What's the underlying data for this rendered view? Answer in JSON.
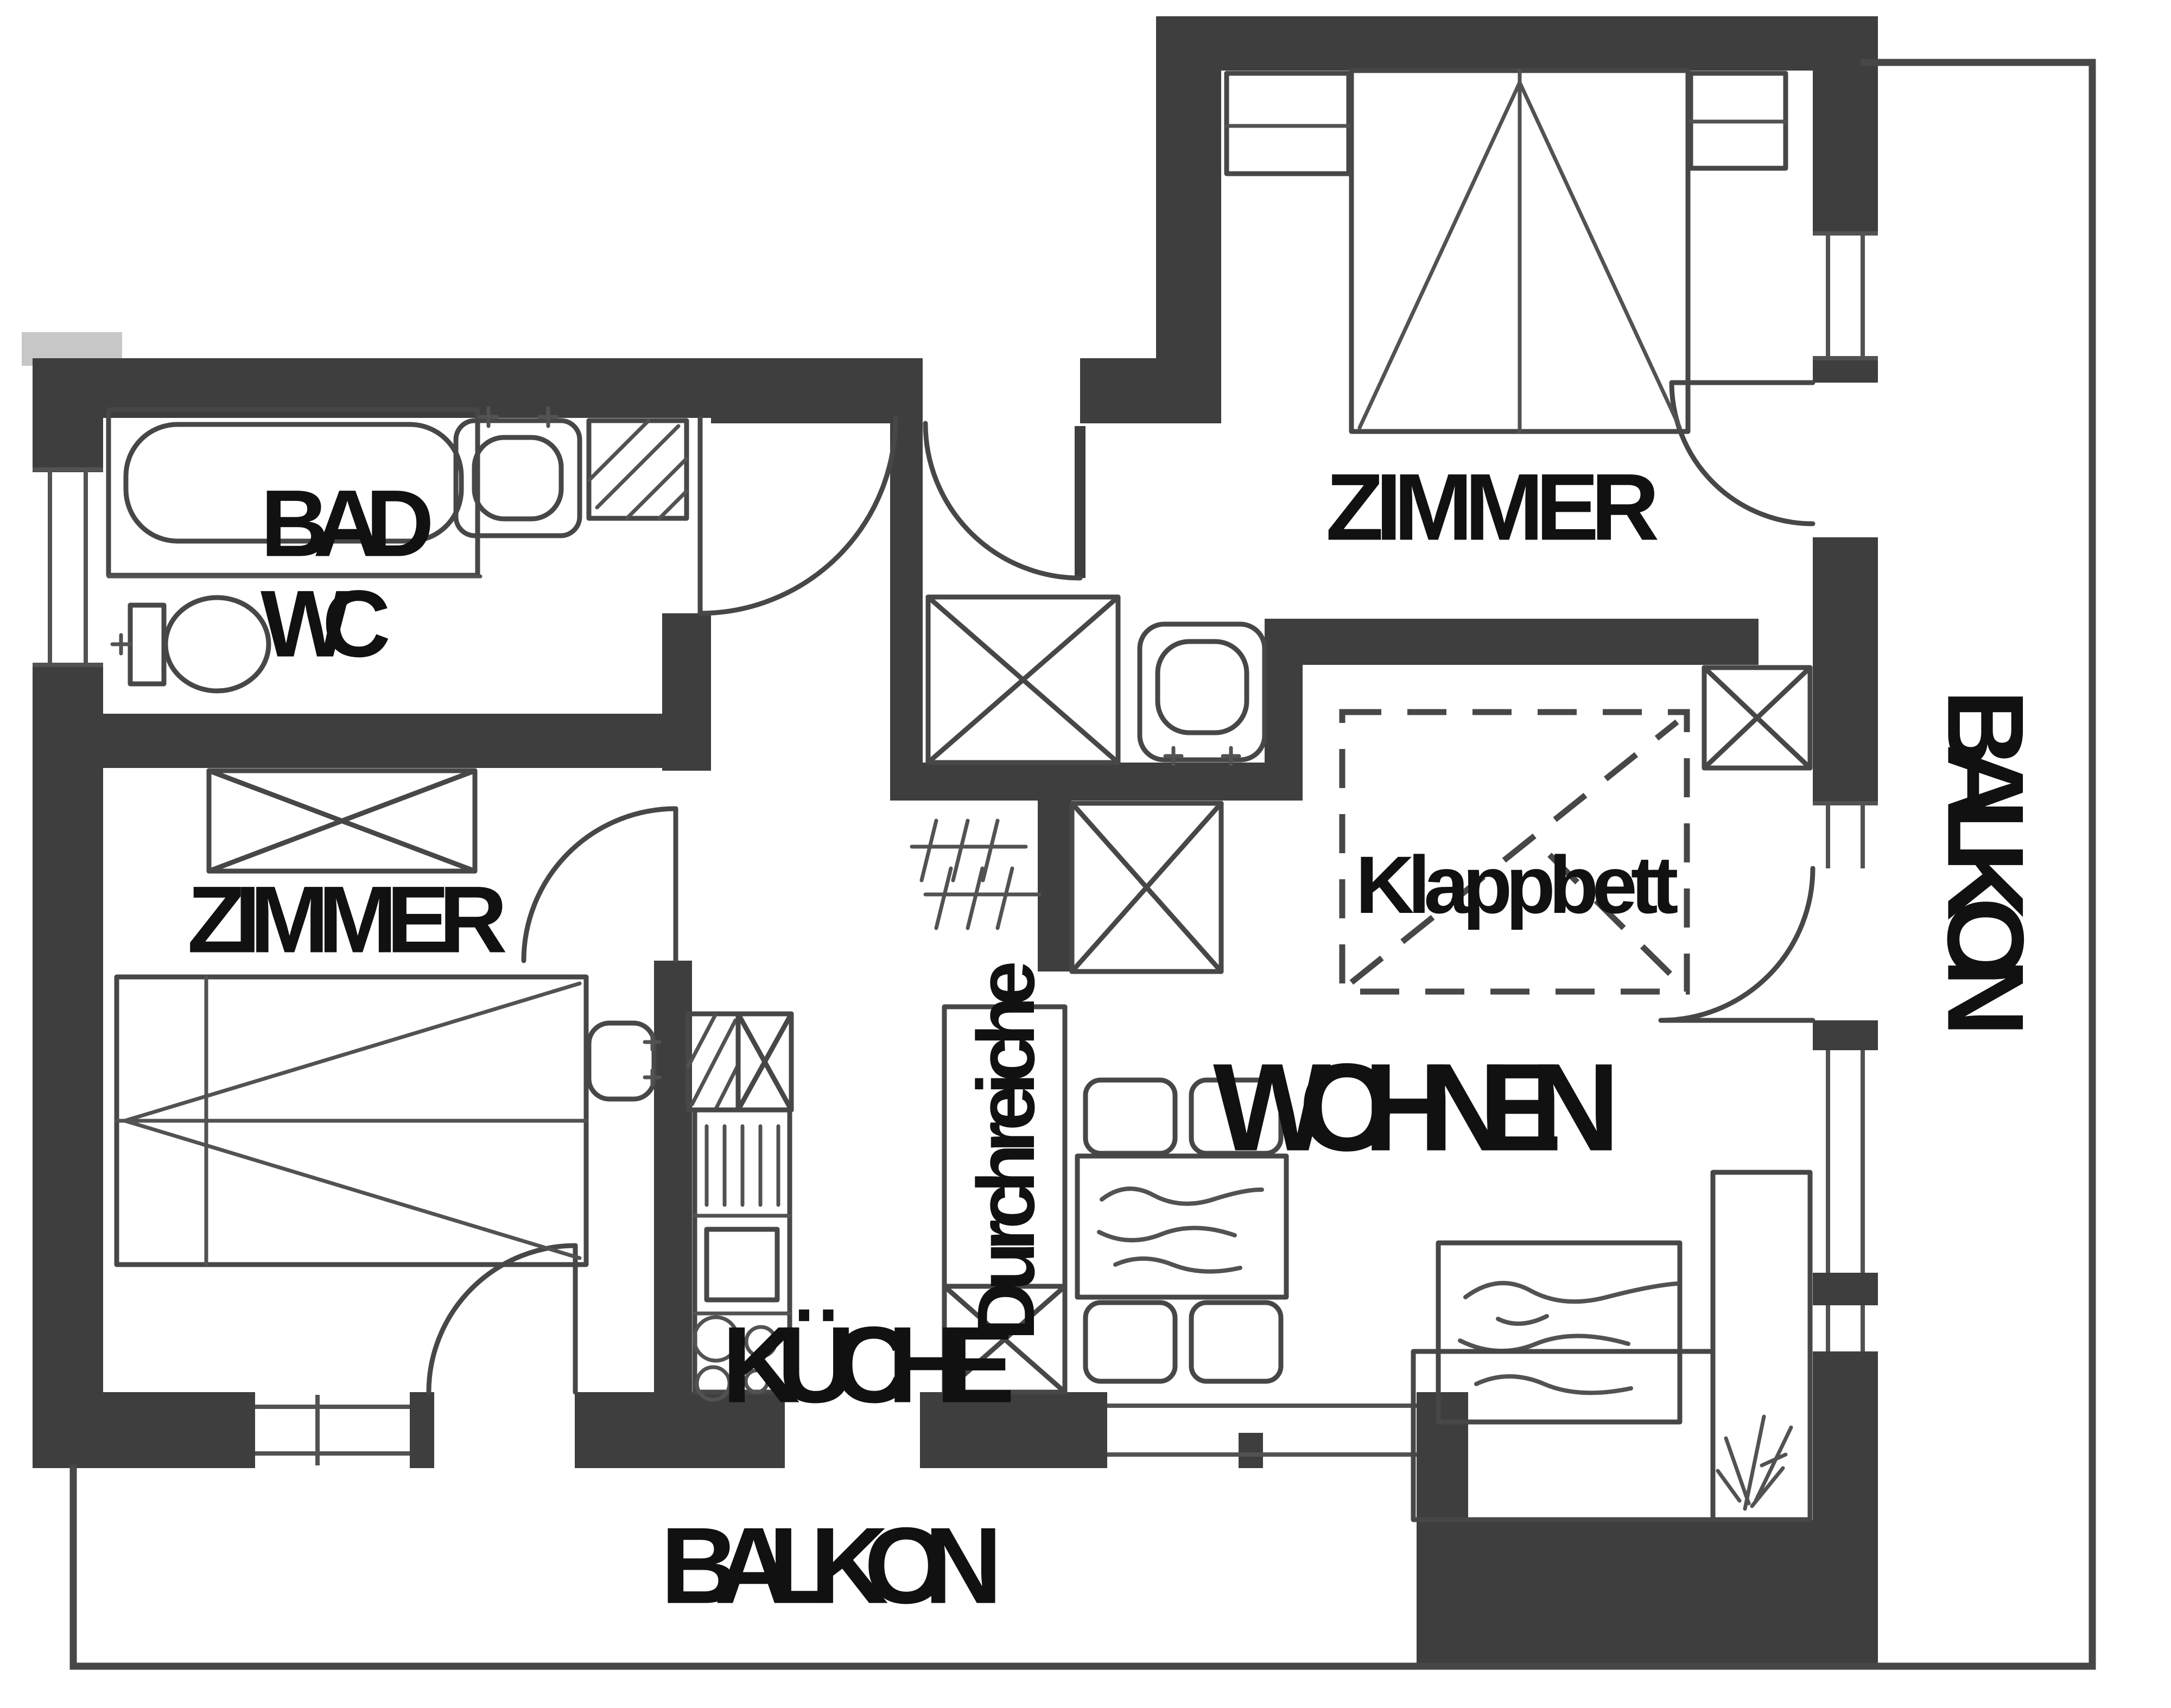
{
  "title": "Apartment floor plan sketch",
  "rooms": {
    "bad": "BAD",
    "wc": "WC",
    "zimmer_left": "ZIMMER",
    "zimmer_top": "ZIMMER",
    "kueche": "KÜCHE",
    "wohnen": "WOHNEN",
    "balkon_bottom": "BALKON",
    "balkon_right": "BALKON"
  },
  "features": {
    "klappbett": "Klappbett",
    "durchreiche": "Durchreiche"
  },
  "colors": {
    "wall": "#3e3e3e",
    "line": "#474747",
    "thin": "#525252",
    "text": "#111111",
    "background": "#ffffff",
    "smudge": "#b4b4b4"
  }
}
